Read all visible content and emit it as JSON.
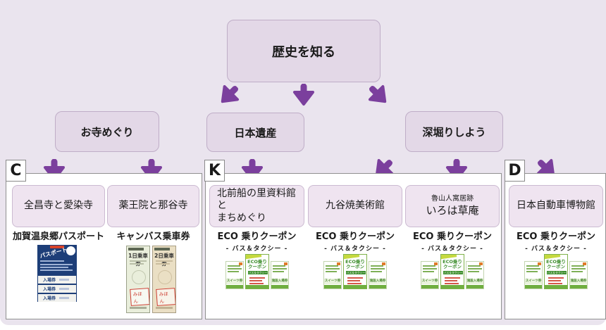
{
  "colors": {
    "background": "#eae4ee",
    "flow_box_fill": "#e3d8e7",
    "flow_box_border": "#bfadc7",
    "dest_box_fill": "#efe4f0",
    "arrow_purple": "#7b3f9d",
    "panel_border": "#909090",
    "passport_navy": "#1d3e78",
    "eco_green": "#3f8f2f",
    "stamp_red": "#cc3b2f"
  },
  "flow": {
    "root": "歴史を知る",
    "branches": [
      {
        "label": "お寺めぐり"
      },
      {
        "label": "日本遺産"
      },
      {
        "label": "深堀りしよう"
      }
    ]
  },
  "panels": [
    {
      "tag": "C",
      "items": [
        {
          "name": "全昌寺と愛染寺",
          "ticket_line1": "加賀温泉郷パスポート"
        },
        {
          "name": "薬王院と那谷寺",
          "ticket_line1": "キャンバス乗車券"
        }
      ]
    },
    {
      "tag": "K",
      "items": [
        {
          "name_line1": "北前船の里資料館と",
          "name_line2": "まちめぐり",
          "ticket_line1": "ECO 乗りクーポン",
          "ticket_line2": "- バス＆タクシー -"
        },
        {
          "name": "九谷焼美術館",
          "ticket_line1": "ECO 乗りクーポン",
          "ticket_line2": "- バス＆タクシー -"
        },
        {
          "name_small": "魯山人寓居跡",
          "name": "いろは草庵",
          "ticket_line1": "ECO 乗りクーポン",
          "ticket_line2": "- バス＆タクシー -"
        }
      ]
    },
    {
      "tag": "D",
      "items": [
        {
          "name": "日本自動車博物館",
          "ticket_line1": "ECO 乗りクーポン",
          "ticket_line2": "- バス＆タクシー -"
        }
      ]
    }
  ],
  "images": {
    "passport": {
      "brand": "パスポート",
      "strip_label": "入場券"
    },
    "canbus": {
      "ticket1_title": "1日乗車券",
      "ticket2_title": "2日乗車券",
      "stamp": "みほん"
    },
    "eco": {
      "left_label": "スイーツ券",
      "right_label": "施設入場券",
      "title1": "ECO乗り",
      "title2": "クーポン",
      "band": "バス＆タクシー"
    }
  }
}
